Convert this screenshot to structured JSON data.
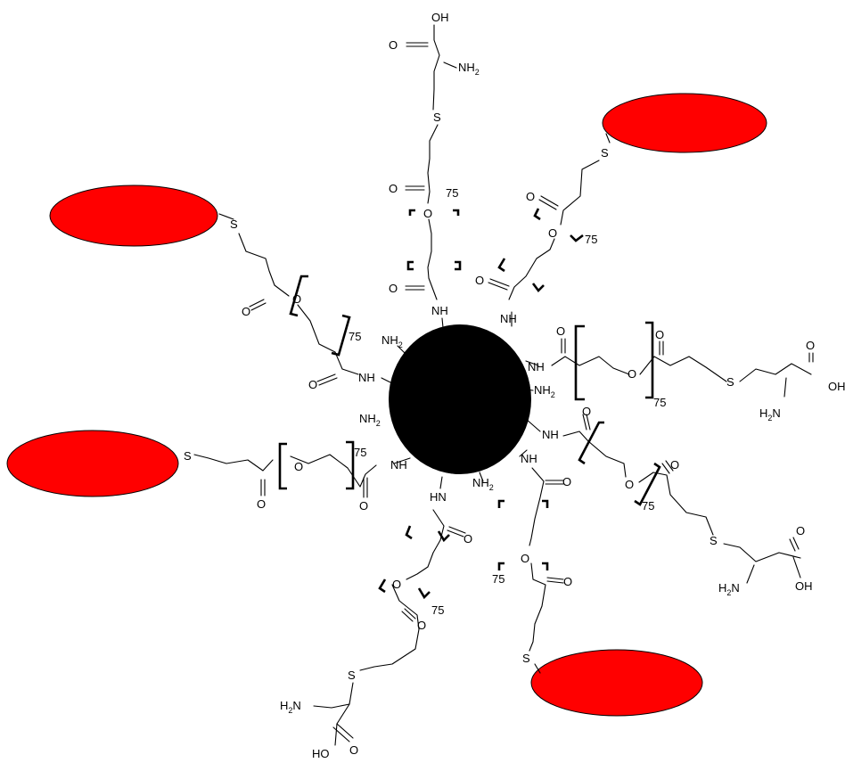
{
  "colors": {
    "core": "#000000",
    "protein": "#ff0000"
  },
  "atoms": {
    "O": "O",
    "OH": "OH",
    "HO": "HO",
    "NH": "NH",
    "HN": "HN",
    "NH2": "NH",
    "H2N": "H",
    "N": "N",
    "S": "S",
    "sub2": "2"
  },
  "repeat_count": "75"
}
